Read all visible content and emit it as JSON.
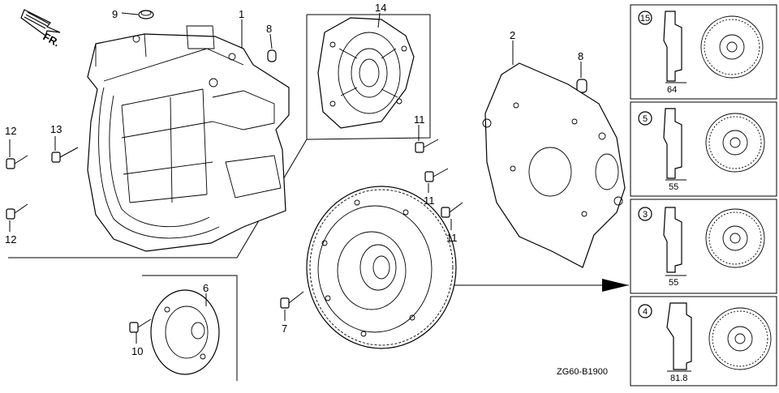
{
  "direction_label": "FR.",
  "diagram_code": "ZG60-B1900",
  "callouts": {
    "c1": "1",
    "c2": "2",
    "c6": "6",
    "c7": "7",
    "c8a": "8",
    "c8b": "8",
    "c9": "9",
    "c10": "10",
    "c11a": "11",
    "c11b": "11",
    "c11c": "11",
    "c12a": "12",
    "c12b": "12",
    "c13": "13",
    "c14": "14"
  },
  "variants": [
    {
      "badge": "15",
      "dimension": "64"
    },
    {
      "badge": "5",
      "dimension": "55"
    },
    {
      "badge": "3",
      "dimension": "55"
    },
    {
      "badge": "4",
      "dimension": "81.8"
    }
  ]
}
